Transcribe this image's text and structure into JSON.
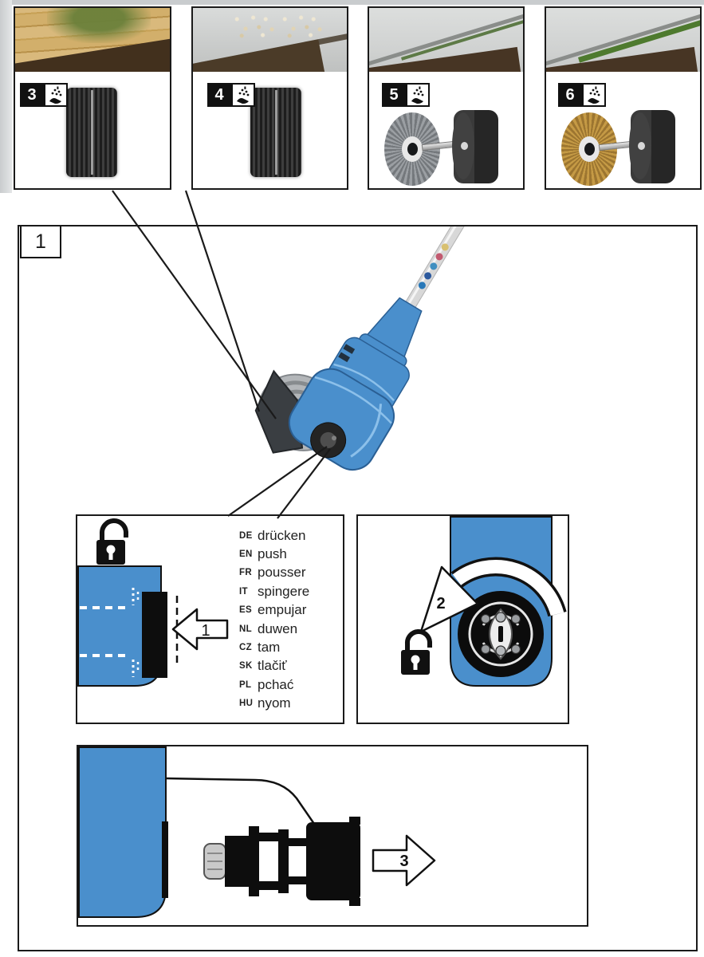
{
  "colors": {
    "blue": "#4a8fcc",
    "blue-dark": "#2a5f94",
    "blue-light": "#8cc0ea",
    "line": "#1a1a1a",
    "wire-a": "#9b9fa3",
    "wire-b": "#74787c",
    "brass-a": "#c59a45",
    "brass-b": "#9c7530"
  },
  "top_panels": [
    {
      "number": "3",
      "icon": "debris-sweep-icon",
      "photo": "mossy-wood-deck-photo",
      "attachment": "nylon-roller-brush"
    },
    {
      "number": "4",
      "icon": "debris-sweep-icon",
      "photo": "stone-slabs-grit-photo",
      "attachment": "nylon-roller-brush"
    },
    {
      "number": "5",
      "icon": "debris-sweep-icon",
      "photo": "paving-joint-weed-photo",
      "attachment": "steel-wire-joint-brush"
    },
    {
      "number": "6",
      "icon": "debris-sweep-icon",
      "photo": "paving-joint-weed-photo",
      "attachment": "brass-wire-joint-brush"
    }
  ],
  "main_panel": {
    "number": "1",
    "device": "cordless-surface-brush-tool"
  },
  "push_panel": {
    "arrow_label": "1",
    "languages": [
      {
        "code": "DE",
        "word": "drücken"
      },
      {
        "code": "EN",
        "word": "push"
      },
      {
        "code": "FR",
        "word": "pousser"
      },
      {
        "code": "IT",
        "word": "spingere"
      },
      {
        "code": "ES",
        "word": "empujar"
      },
      {
        "code": "NL",
        "word": "duwen"
      },
      {
        "code": "CZ",
        "word": "tam"
      },
      {
        "code": "SK",
        "word": "tlačiť"
      },
      {
        "code": "PL",
        "word": "pchać"
      },
      {
        "code": "HU",
        "word": "nyom"
      }
    ]
  },
  "rotate_panel": {
    "arrow_label": "2"
  },
  "attach_panel": {
    "arrow_label": "3"
  }
}
